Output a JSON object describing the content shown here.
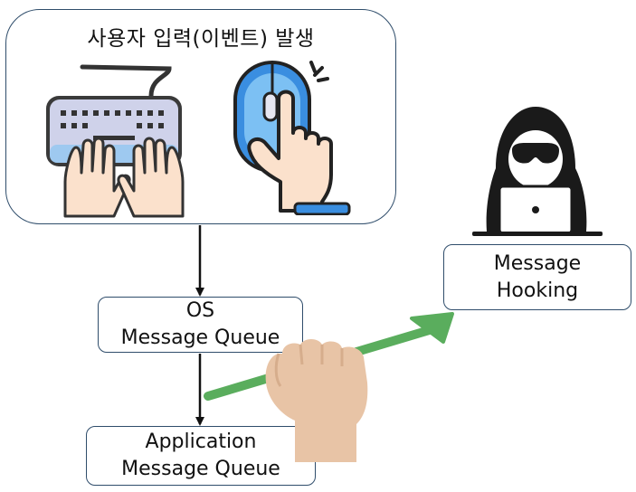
{
  "input_box": {
    "title": "사용자 입력(이벤트) 발생"
  },
  "os_queue": {
    "line1": "OS",
    "line2": "Message Queue"
  },
  "app_queue": {
    "line1": "Application",
    "line2": "Message Queue"
  },
  "hooking": {
    "line1": "Message",
    "line2": "Hooking"
  },
  "icons": [
    "keyboard-icon",
    "typing-hands-icon",
    "mouse-click-icon",
    "hacker-laptop-icon",
    "grabbing-hand-icon"
  ],
  "colors": {
    "border": "#2f4d6b",
    "hook_arrow": "#5aad5d",
    "mouse_blue": "#3a8ee0",
    "skin": "#e8c4a6",
    "keyboard": "#cfd2ea",
    "hacker": "#1a1a1a"
  }
}
